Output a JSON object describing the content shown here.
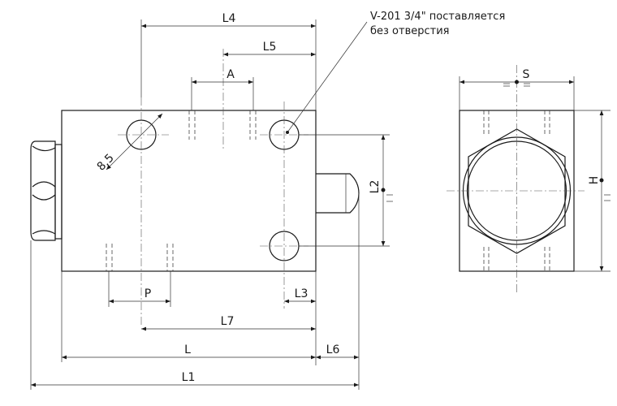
{
  "note": {
    "line1": "V-201 3/4\" поставляется",
    "line2": "без отверстия"
  },
  "dims": {
    "L4": "L4",
    "L5": "L5",
    "A": "A",
    "d": "8,5",
    "L2": "L2",
    "P": "P",
    "L3": "L3",
    "L7": "L7",
    "L": "L",
    "L6": "L6",
    "L1": "L1",
    "S": "S",
    "H": "H"
  },
  "colors": {
    "line": "#1a1a1a"
  }
}
